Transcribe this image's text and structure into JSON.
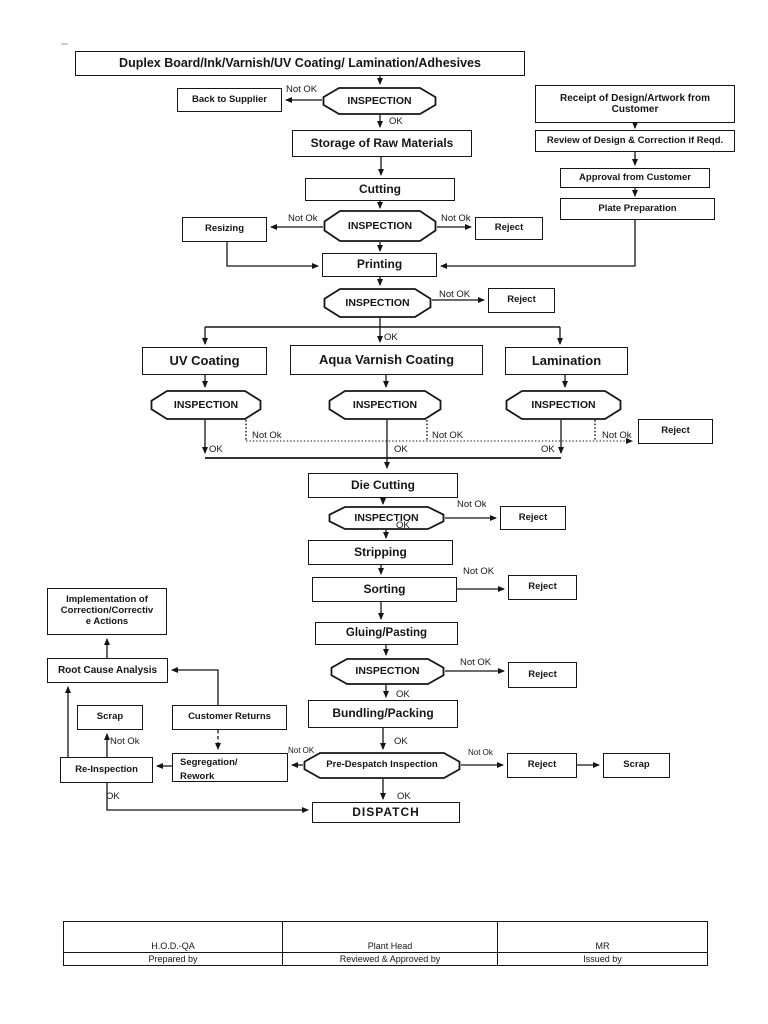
{
  "colors": {
    "ink": "#151515",
    "background": "#ffffff"
  },
  "flow": {
    "nodes": {
      "title": "Duplex Board/Ink/Varnish/UV Coating/ Lamination/Adhesives",
      "back_to_supplier": "Back to Supplier",
      "inspection": "INSPECTION",
      "receipt": "Receipt of Design/Artwork from Customer",
      "review": "Review of Design & Correction if Reqd.",
      "storage": "Storage of Raw Materials",
      "approval": "Approval from Customer",
      "cutting": "Cutting",
      "plate": "Plate Preparation",
      "resizing": "Resizing",
      "reject": "Reject",
      "printing": "Printing",
      "uv_coating": "UV Coating",
      "aqua_varnish": "Aqua Varnish Coating",
      "lamination": "Lamination",
      "die_cutting": "Die Cutting",
      "stripping": "Stripping",
      "sorting": "Sorting",
      "gluing": "Gluing/Pasting",
      "bundling": "Bundling/Packing",
      "implementation_lines": [
        "Implementation of",
        "Correction/Correctiv",
        "e Actions"
      ],
      "root_cause": "Root Cause Analysis",
      "scrap": "Scrap",
      "customer_returns": "Customer Returns",
      "re_inspection": "Re-Inspection",
      "segregation_lines": [
        "Segregation/",
        "Rework"
      ],
      "pre_despatch": "Pre-Despatch Inspection",
      "dispatch": "DISPATCH"
    },
    "edge_labels": {
      "ok": "OK",
      "not_ok": "Not OK",
      "not_ok_alt": "Not Ok"
    }
  },
  "footer_table": {
    "columns": [
      {
        "name": "H.O.D.-QA",
        "role": "Prepared by"
      },
      {
        "name": "Plant Head",
        "role": "Reviewed & Approved by"
      },
      {
        "name": "MR",
        "role": "Issued by"
      }
    ]
  }
}
